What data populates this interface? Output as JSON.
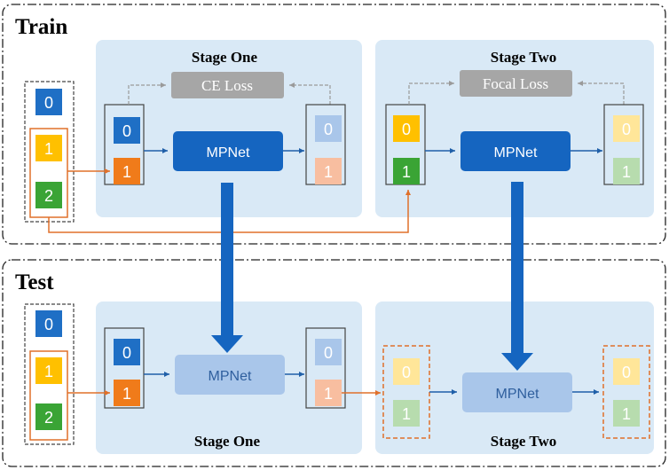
{
  "sections": {
    "train": {
      "title": "Train"
    },
    "test": {
      "title": "Test"
    }
  },
  "stages": {
    "train_one": {
      "title": "Stage One",
      "loss": "CE Loss",
      "model": "MPNet"
    },
    "train_two": {
      "title": "Stage Two",
      "loss": "Focal Loss",
      "model": "MPNet"
    },
    "test_one": {
      "title": "Stage One",
      "model": "MPNet"
    },
    "test_two": {
      "title": "Stage Two",
      "model": "MPNet"
    }
  },
  "labels": {
    "zero": "0",
    "one": "1",
    "two": "2"
  },
  "colors": {
    "blue": "#1f6fc5",
    "orange": "#f07b1a",
    "yellow": "#ffc000",
    "green": "#3aa435",
    "stage_bg": "#d9e9f6",
    "model_dark": "#1565c0",
    "model_light": "#a9c6ea",
    "loss_box": "#a6a6a6"
  }
}
